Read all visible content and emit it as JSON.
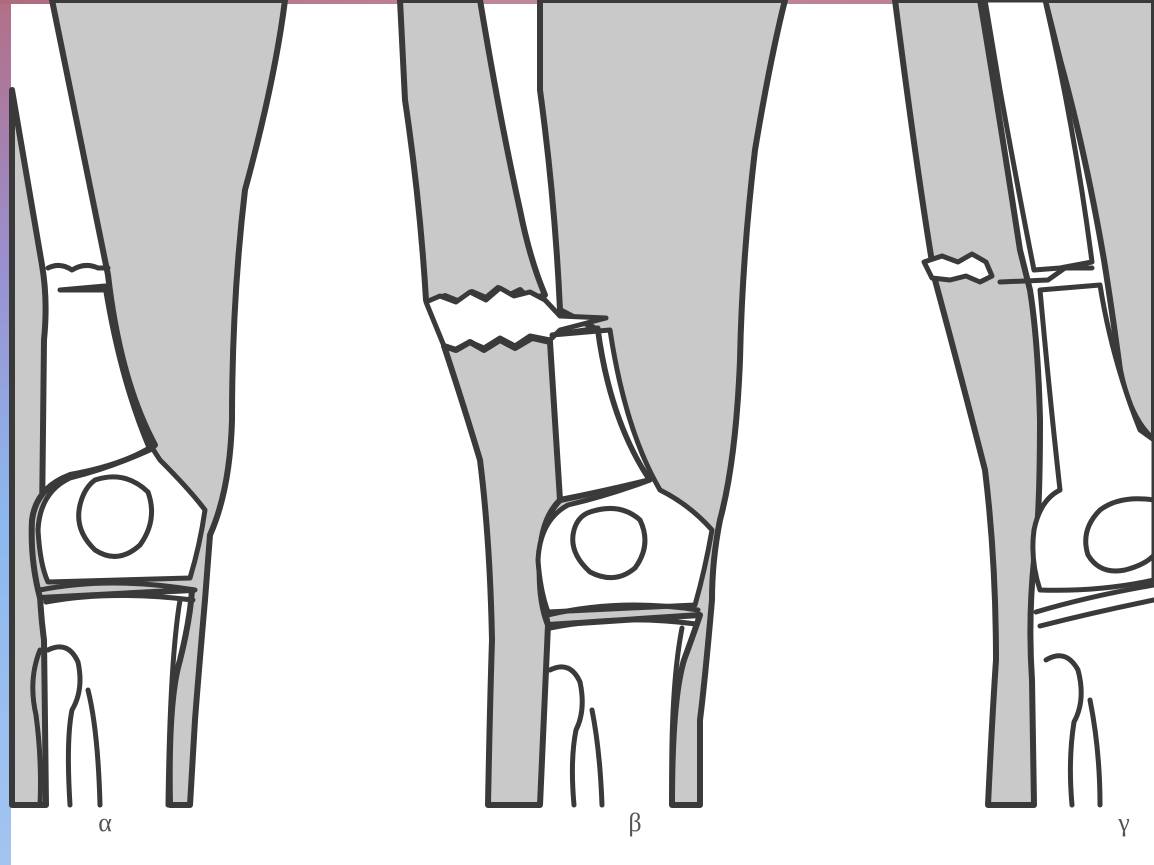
{
  "panels": [
    {
      "id": "a",
      "label": "α"
    },
    {
      "id": "b",
      "label": "β"
    },
    {
      "id": "c",
      "label": "γ"
    }
  ],
  "colors": {
    "bone_fill": "#c9c9c9",
    "outline": "#3a3a3a",
    "background": "#ffffff",
    "edge_gradient_top": "#b26f86",
    "edge_gradient_bottom": "#a4c4f0"
  }
}
